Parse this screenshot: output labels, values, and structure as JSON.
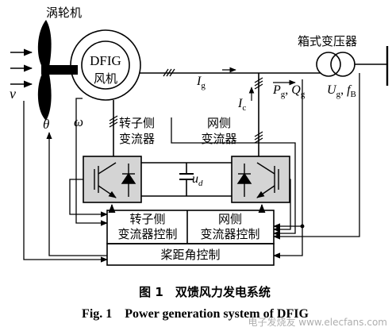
{
  "labels": {
    "turbine": "涡轮机",
    "dfig": "DFIG",
    "generator": "风机",
    "transformer": "箱式变压器",
    "wind_speed": "v",
    "pitch_angle": "θ",
    "rotor_speed": "ω",
    "rotor_converter_line1": "转子侧",
    "rotor_converter_line2": "变流器",
    "grid_converter_line1": "网侧",
    "grid_converter_line2": "变流器",
    "ig": "I",
    "ig_sub": "g",
    "ic": "I",
    "ic_sub": "c",
    "pq_p": "P",
    "pq_p_sub": "g",
    "pq_sep": ", ",
    "pq_q": "Q",
    "pq_q_sub": "g",
    "ug_u": "U",
    "ug_u_sub": "g",
    "ug_sep": ", ",
    "ug_f": "f",
    "ug_f_sub": "B",
    "dc_voltage": "u",
    "dc_voltage_sub": "d",
    "rotor_control_line1": "转子侧",
    "rotor_control_line2": "变流器控制",
    "grid_control_line1": "网侧",
    "grid_control_line2": "变流器控制",
    "pitch_control": "桨距角控制"
  },
  "caption": {
    "cn": "图 1　双馈风力发电系统",
    "en": "Fig. 1　Power generation system of DFIG"
  },
  "watermark": "电子发烧友 www.elecfans.com",
  "colors": {
    "line": "#000000",
    "converter_fill": "#d4d4d4",
    "background": "#ffffff"
  }
}
